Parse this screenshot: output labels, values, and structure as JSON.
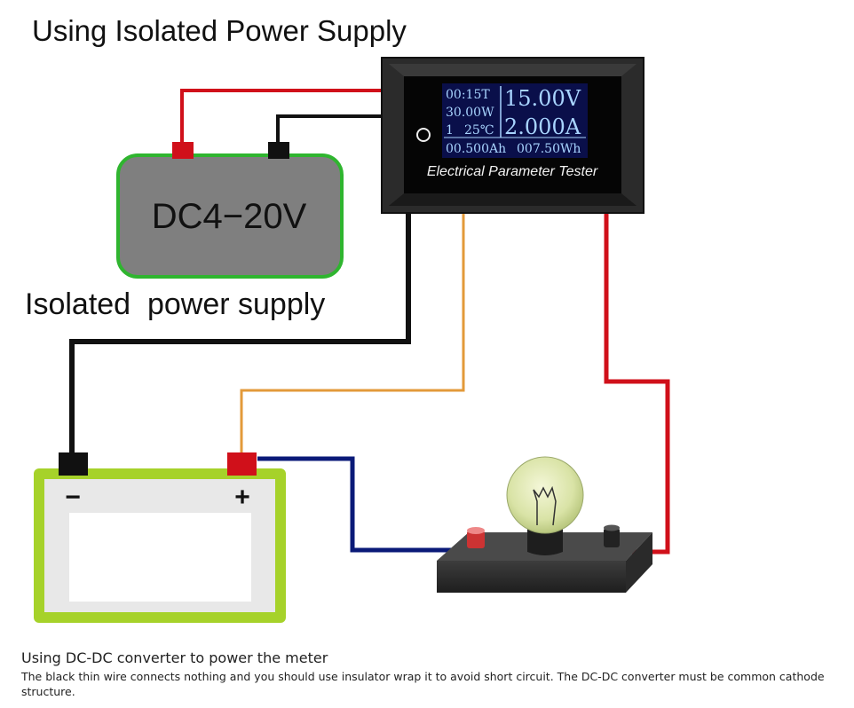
{
  "diagram": {
    "title": "Using Isolated Power Supply",
    "power_supply": {
      "voltage_label": "DC4−20V",
      "name": "Isolated  power supply"
    },
    "meter": {
      "display": {
        "time": "00:15T",
        "voltage": "15.00V",
        "power": "30.00W",
        "channel": "1",
        "temperature": "25℃",
        "current": "2.000A",
        "capacity": "00.500Ah",
        "energy": "007.50Wh"
      },
      "label": "Electrical Parameter Tester"
    },
    "battery": {
      "negative_sign": "−",
      "positive_sign": "+"
    },
    "colors": {
      "red_wire": "#d0101a",
      "black_wire": "#111111",
      "orange_wire": "#e39a3a",
      "blue_wire": "#0a1a78",
      "supply_fill": "#7f7f7f",
      "supply_border": "#2fb52f",
      "battery_border": "#a6d22a",
      "lcd_text": "#a8d4ff"
    }
  },
  "caption": {
    "title": "Using DC-DC converter to power the meter",
    "body": "The black thin wire connects nothing and you should use insulator wrap it to avoid short circuit. The DC-DC converter must be common cathode structure."
  }
}
